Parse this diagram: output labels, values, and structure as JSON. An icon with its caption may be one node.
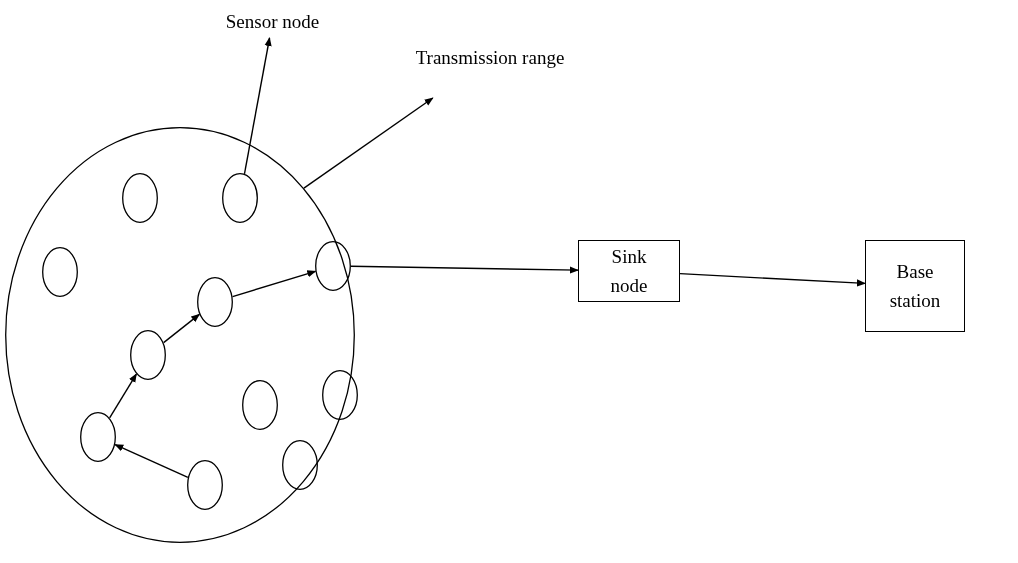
{
  "diagram": {
    "nodes": [
      {
        "text": [
          "Sensor node"
        ]
      },
      {
        "text": [
          "Transmission range"
        ]
      },
      {
        "text": [],
        "shape": "circle"
      },
      {
        "text": [],
        "shape": "circle",
        "in": 2
      },
      {
        "text": [],
        "shape": "circle",
        "in": 2
      },
      {
        "text": [],
        "shape": "circle",
        "in": 2
      },
      {
        "text": [],
        "shape": "circle",
        "in": 2
      },
      {
        "text": [],
        "shape": "circle",
        "in": 2
      },
      {
        "text": [],
        "shape": "circle",
        "in": 2
      },
      {
        "text": [],
        "shape": "circle",
        "in": 2
      },
      {
        "text": [],
        "shape": "circle",
        "in": 2
      },
      {
        "text": [],
        "shape": "circle",
        "in": 2
      },
      {
        "text": [],
        "shape": "circle",
        "in": 2
      },
      {
        "text": [],
        "shape": "circle",
        "in": 2
      },
      {
        "text": [
          "Sink node"
        ]
      },
      {
        "text": [
          "Base station"
        ]
      }
    ],
    "edges": [
      {
        "from": 4,
        "to": 0,
        "arrow": "to"
      },
      {
        "from": 2,
        "to": 1,
        "arrow": "to"
      },
      {
        "from": 13,
        "to": 11,
        "arrow": "to"
      },
      {
        "from": 11,
        "to": 8,
        "arrow": "to"
      },
      {
        "from": 8,
        "to": 7,
        "arrow": "to"
      },
      {
        "from": 7,
        "to": 5,
        "arrow": "to"
      },
      {
        "from": 5,
        "to": 14,
        "arrow": "to"
      },
      {
        "from": 14,
        "to": 15,
        "arrow": "to"
      }
    ]
  }
}
